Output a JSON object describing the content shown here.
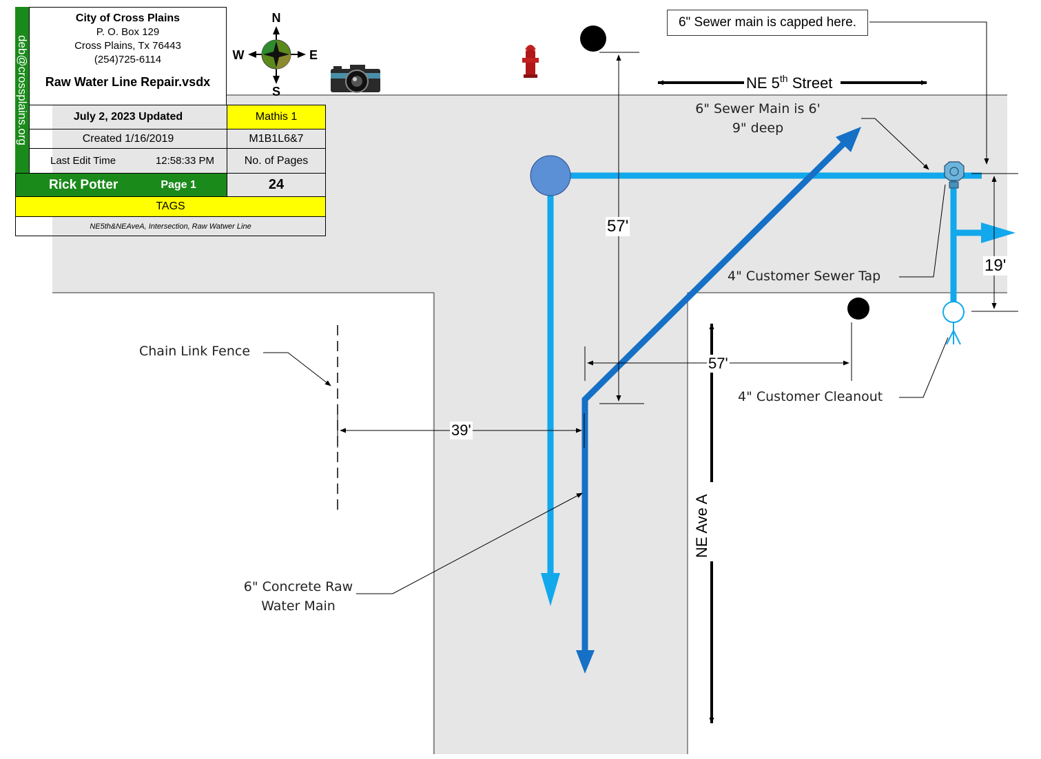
{
  "title_block": {
    "org": "City of Cross Plains",
    "address1": "P. O. Box 129",
    "address2": "Cross Plains, Tx  76443",
    "phone": "(254)725-6114",
    "filename": "Raw Water Line Repair.vsdx",
    "email": "deb@crossplains.org",
    "updated": "July 2, 2023 Updated",
    "map_ref": "Mathis 1",
    "created": "Created 1/16/2019",
    "grid_ref": "M1B1L6&7",
    "last_edit_label": "Last Edit Time",
    "last_edit_time": "12:58:33 PM",
    "pages_label": "No. of Pages",
    "pages_count": "24",
    "author": "Rick Potter",
    "page": "Page 1",
    "tags_label": "TAGS",
    "tags": "NE5th&NEAveA, Intersection, Raw Watwer Line"
  },
  "compass": {
    "n": "N",
    "s": "S",
    "e": "E",
    "w": "W"
  },
  "labels": {
    "capped_note": "6\" Sewer main is capped here.",
    "street_prefix": "NE 5",
    "street_sup": "th",
    "street_suffix": " Street",
    "sewer_depth_1": "6\" Sewer Main is 6'",
    "sewer_depth_2": "9\" deep",
    "customer_tap": "4\" Customer Sewer Tap",
    "customer_cleanout": "4\" Customer Cleanout",
    "chain_fence": "Chain Link Fence",
    "water_main_1": "6\" Concrete Raw",
    "water_main_2": "Water Main",
    "avenue": "NE Ave A"
  },
  "dimensions": {
    "d57_vertical": "57'",
    "d57_horizontal": "57'",
    "d39": "39'",
    "d19": "19'"
  },
  "colors": {
    "road": "#e6e6e6",
    "green": "#1a8a1a",
    "yellow": "#ffff00",
    "light_blue_pipe": "#12a8ec",
    "dark_blue_pipe": "#1570c6",
    "manhole": "#5b8fd6"
  }
}
